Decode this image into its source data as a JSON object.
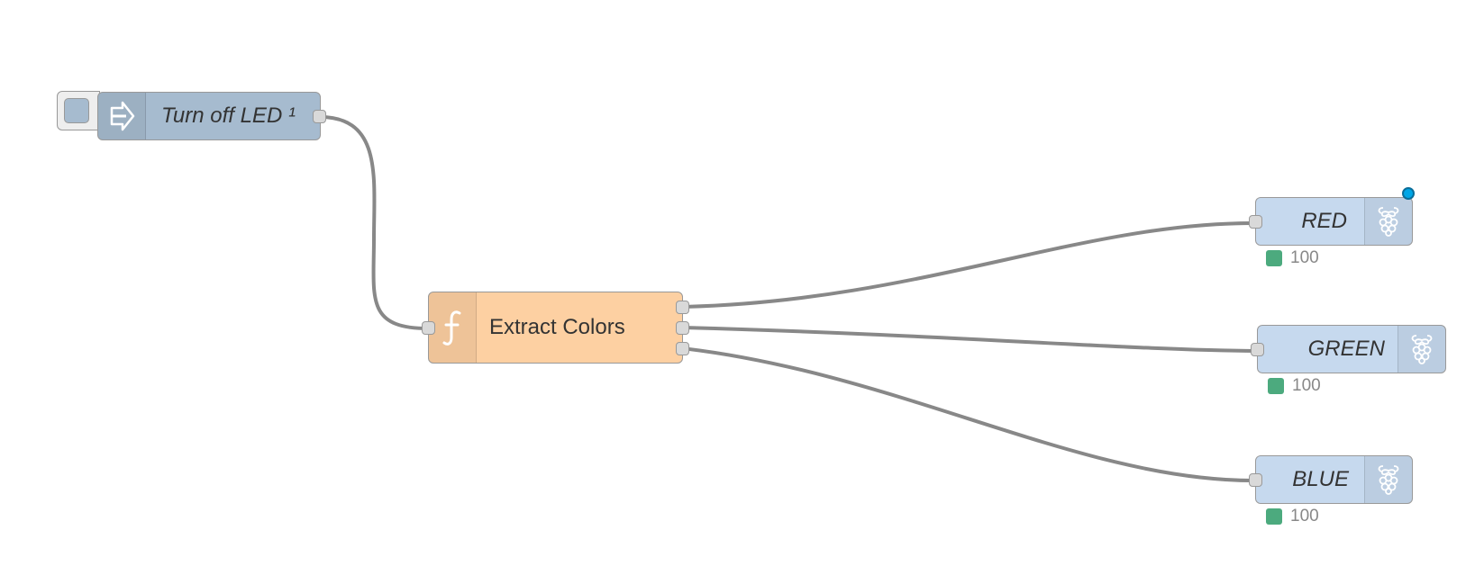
{
  "flow": {
    "inject_node": {
      "label": "Turn off LED ¹",
      "icon": "arrow-in-icon",
      "color": "#a6bbcf"
    },
    "function_node": {
      "label": "Extract Colors",
      "icon": "function-icon",
      "color": "#fdd0a2"
    },
    "output_nodes": [
      {
        "label": "RED",
        "icon": "raspberry-pi-icon",
        "status": "100",
        "deployed_changed": true
      },
      {
        "label": "GREEN",
        "icon": "raspberry-pi-icon",
        "status": "100",
        "deployed_changed": false
      },
      {
        "label": "BLUE",
        "icon": "raspberry-pi-icon",
        "status": "100",
        "deployed_changed": false
      }
    ]
  },
  "colors": {
    "gpio_node": "#c6d9ee",
    "wire": "#888888",
    "status_ok": "#4caa7e",
    "changed_indicator": "#00a6e6"
  }
}
